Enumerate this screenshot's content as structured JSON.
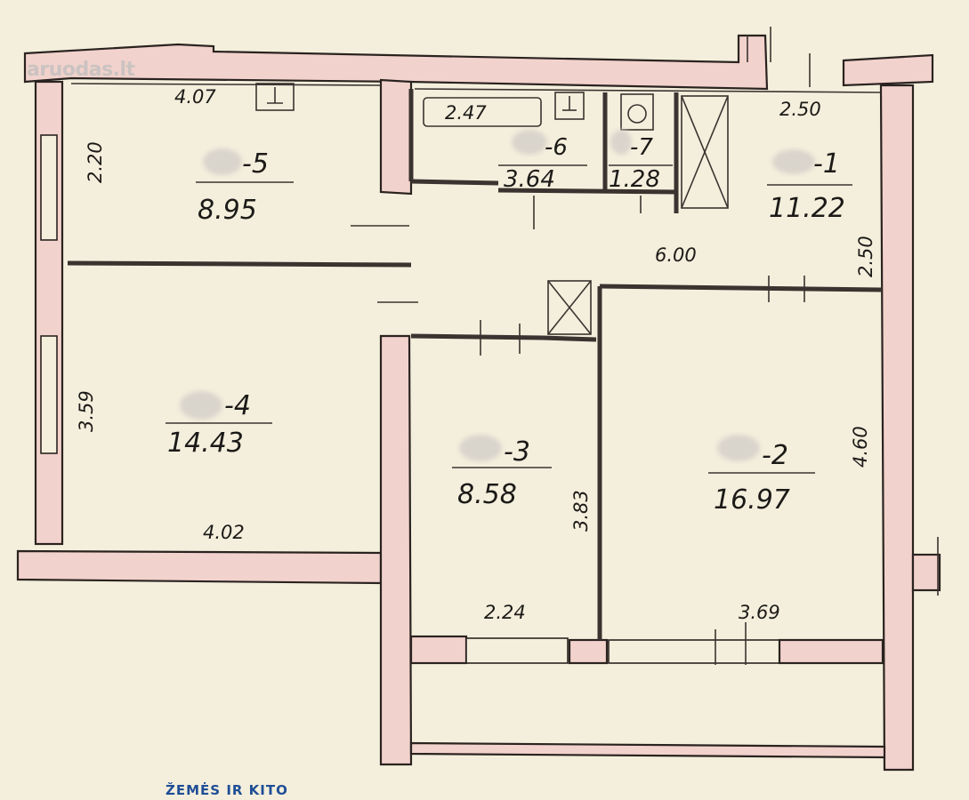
{
  "watermark": "aruodas.lt",
  "footer_text": "ŽEMĖS IR KITO",
  "rooms": [
    {
      "id": "5",
      "label": "-5",
      "area": "8.95"
    },
    {
      "id": "6",
      "label": "-6",
      "area": "3.64"
    },
    {
      "id": "7",
      "label": "-7",
      "area": "1.28"
    },
    {
      "id": "1",
      "label": "-1",
      "area": "11.22"
    },
    {
      "id": "4",
      "label": "-4",
      "area": "14.43"
    },
    {
      "id": "3",
      "label": "-3",
      "area": "8.58"
    },
    {
      "id": "2",
      "label": "-2",
      "area": "16.97"
    }
  ],
  "dimensions": {
    "d407": "4.07",
    "d220": "2.20",
    "d247": "2.47",
    "d250_top": "2.50",
    "d250_side": "2.50",
    "d600": "6.00",
    "d359": "3.59",
    "d402": "4.02",
    "d383": "3.83",
    "d224": "2.24",
    "d460": "4.60",
    "d369": "3.69"
  },
  "colors": {
    "paper": "#f4efdc",
    "wall_fill": "#f2d2cc",
    "ink": "#2a2320",
    "footer": "#1f4e96"
  }
}
